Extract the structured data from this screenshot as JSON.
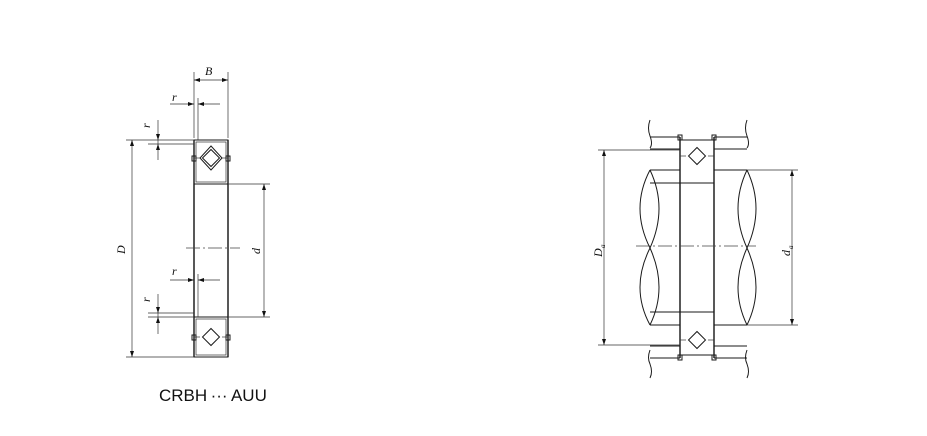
{
  "caption": "CRBH ··· AUU",
  "left_view": {
    "labels": {
      "B": "B",
      "r_top": "r",
      "r_top_side": "r",
      "D": "D",
      "d": "d",
      "r_bottom": "r",
      "r_bottom_side": "r"
    }
  },
  "right_view": {
    "labels": {
      "Da_main": "D",
      "Da_sub": "a",
      "da_main": "d",
      "da_sub": "a"
    }
  }
}
